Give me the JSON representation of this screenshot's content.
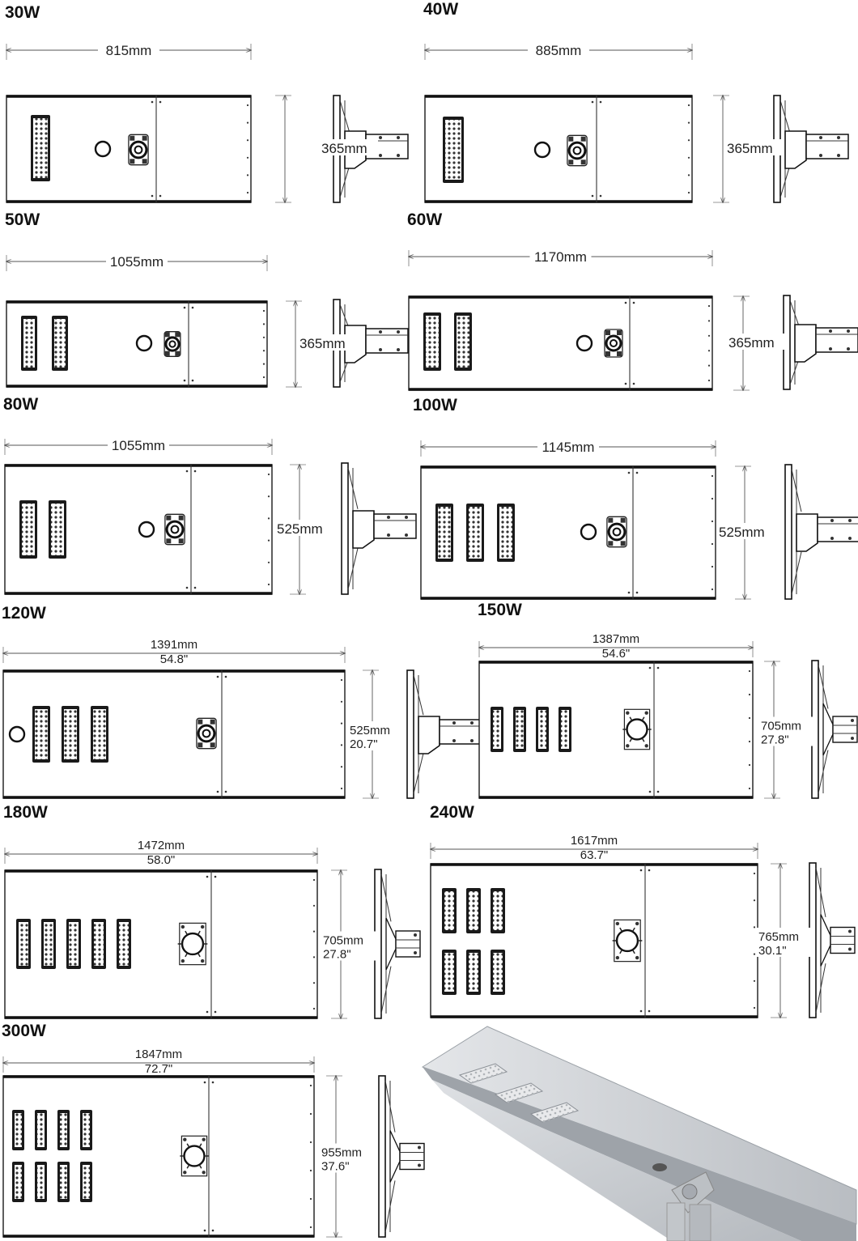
{
  "lamps": [
    {
      "id": "l1",
      "tl": "30W",
      "bl": "50W",
      "w": "815mm",
      "wi": "",
      "h": "365mm",
      "hi": "",
      "modules": "1 (single column of LED chips)",
      "mount": "standard arm"
    },
    {
      "id": "l2",
      "tl": "40W",
      "bl": "60W",
      "w": "885mm",
      "wi": "",
      "h": "365mm",
      "hi": "",
      "modules": "1",
      "mount": "standard arm"
    },
    {
      "id": "l3",
      "tl": "",
      "bl": "80W",
      "w": "1055mm",
      "wi": "",
      "h": "365mm",
      "hi": "",
      "modules": "2",
      "mount": "standard arm"
    },
    {
      "id": "l4",
      "tl": "",
      "bl": "100W",
      "w": "1170mm",
      "wi": "",
      "h": "365mm",
      "hi": "",
      "modules": "2",
      "mount": "standard arm"
    },
    {
      "id": "l5",
      "tl": "",
      "bl": "120W",
      "w": "1055mm",
      "wi": "",
      "h": "525mm",
      "hi": "",
      "modules": "2",
      "mount": "standard arm"
    },
    {
      "id": "l6",
      "tl": "",
      "bl": "150W",
      "w": "1145mm",
      "wi": "",
      "h": "525mm",
      "hi": "",
      "modules": "3",
      "mount": "standard arm"
    },
    {
      "id": "l7",
      "tl": "",
      "bl": "180W",
      "w": "1391mm",
      "wi": "54.8\"",
      "h": "525mm",
      "hi": "20.7\"",
      "modules": "3",
      "mount": "standard arm"
    },
    {
      "id": "l8",
      "tl": "",
      "bl": "240W",
      "w": "1387mm",
      "wi": "54.6\"",
      "h": "705mm",
      "hi": "27.8\"",
      "modules": "4",
      "mount": "slip fitter"
    },
    {
      "id": "l9",
      "tl": "",
      "bl": "300W",
      "w": "1472mm",
      "wi": "58.0\"",
      "h": "705mm",
      "hi": "27.8\"",
      "modules": "5",
      "mount": "slip fitter"
    },
    {
      "id": "l10",
      "tl": "",
      "bl": "",
      "w": "1617mm",
      "wi": "63.7\"",
      "h": "765mm",
      "hi": "30.1\"",
      "modules": "6 (2 rows of 3)",
      "mount": "slip fitter"
    },
    {
      "id": "l11",
      "tl": "",
      "bl": "",
      "w": "1847mm",
      "wi": "72.7\"",
      "h": "955mm",
      "hi": "37.6\"",
      "modules": "8 (2 rows of 4)",
      "mount": "slip fitter"
    }
  ],
  "photo": {
    "name": "integrated solar street light perspective photo",
    "colors": {
      "body": "#c9ccd0",
      "pole": "#b8bcc0"
    }
  },
  "colors": {
    "line": "#1a1a1a",
    "panel": "#ffffff",
    "dim_line": "#555555"
  }
}
